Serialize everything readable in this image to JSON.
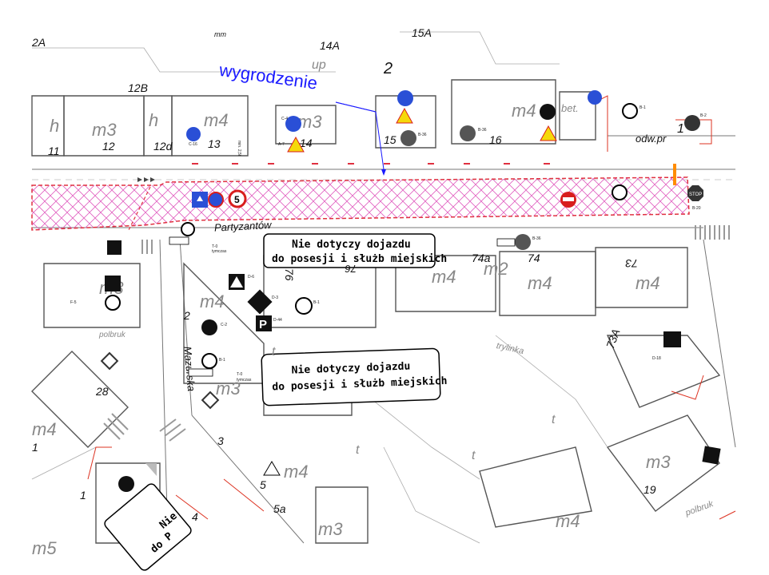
{
  "annotation": {
    "text": "wygrodzenie",
    "color": "#1a1aff"
  },
  "notes": [
    {
      "id": "note-1",
      "line1": "Nie dotyczy dojazdu",
      "line2": "do posesji i służb miejskich"
    },
    {
      "id": "note-2",
      "line1": "Nie dotyczy dojazdu",
      "line2": "do posesji i służb miejskich"
    },
    {
      "id": "note-3",
      "line1": "Nie",
      "line2": "do P"
    }
  ],
  "streets": {
    "partyzantow": "Partyzantów",
    "mazurska": "Mazurska",
    "trylinka": "trylinka",
    "polbruk1": "polbruk",
    "polbruk2": "polbruk"
  },
  "house_numbers": {
    "n2A": "2A",
    "n14A": "14A",
    "n15A": "15A",
    "n12B": "12B",
    "n11": "11",
    "n12": "12",
    "n12d": "12d",
    "n13": "13",
    "n14": "14",
    "n15": "15",
    "n16": "16",
    "n1a": "1",
    "n74a": "74a",
    "n74": "74",
    "n73": "73",
    "n2b": "2",
    "n28": "28",
    "n1b": "1",
    "n3": "3",
    "n73A": "73A",
    "n19": "19",
    "n5": "5",
    "n5a": "5a",
    "n4": "4",
    "n1c": "1",
    "n2c": "2",
    "n76": "76",
    "n76b": "76"
  },
  "land_use": {
    "m3a": "m3",
    "m4a": "m4",
    "h1": "h",
    "h2": "h",
    "m3b": "m3",
    "m4b": "m4",
    "m4c": "m4",
    "m4d": "m4",
    "m4e": "m4",
    "m4f": "m4",
    "m2": "m2",
    "m4g": "m4",
    "m3c": "m3",
    "m4h": "m4",
    "m3d": "m3",
    "m4i": "m4",
    "m3e": "m3",
    "m5": "m5",
    "m3f": "m3",
    "up": "up",
    "bet": "bet.",
    "t1": "t",
    "t2": "t",
    "t3": "t",
    "t4": "t"
  },
  "misc_labels": {
    "mm": "mm",
    "odw": "odw.pr",
    "sign_5": "5",
    "stop": "STOP",
    "P": "P",
    "min": "min. 2,5t"
  },
  "sign_codes": {
    "b1": "B-1",
    "b36": "B-36",
    "b2": "B-2",
    "c2": "C-2",
    "c4": "C-4",
    "c16": "C-16",
    "a7": "A-7",
    "d6": "D-6",
    "d3": "D-3",
    "d18": "D-18",
    "d44": "D-44",
    "t0": "T-0",
    "tymczas": "tymczas",
    "b20": "B-20",
    "f5": "F-5"
  },
  "colors": {
    "fence_pink": "#e060c0",
    "fence_red": "#e03040",
    "sign_blue": "#2a4fd6",
    "sign_red": "#d81d1d",
    "sign_yellow": "#f5d90a",
    "b36_grey": "#555555"
  }
}
